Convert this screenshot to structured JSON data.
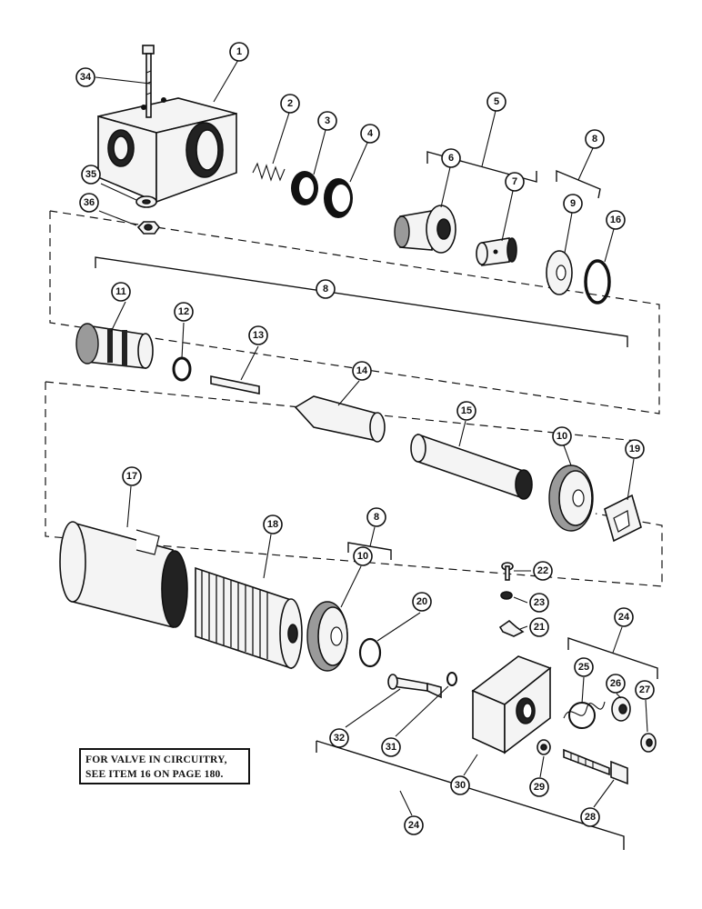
{
  "note": {
    "line1": "FOR VALVE IN CIRCUITRY,",
    "line2": "SEE ITEM 16 ON PAGE 180."
  },
  "callouts": [
    "1",
    "2",
    "3",
    "4",
    "5",
    "6",
    "7",
    "8",
    "9",
    "16",
    "34",
    "35",
    "36",
    "11",
    "12",
    "13",
    "8",
    "14",
    "15",
    "10",
    "19",
    "17",
    "18",
    "8",
    "10",
    "20",
    "22",
    "23",
    "21",
    "24",
    "25",
    "26",
    "27",
    "32",
    "31",
    "30",
    "29",
    "28",
    "24"
  ]
}
